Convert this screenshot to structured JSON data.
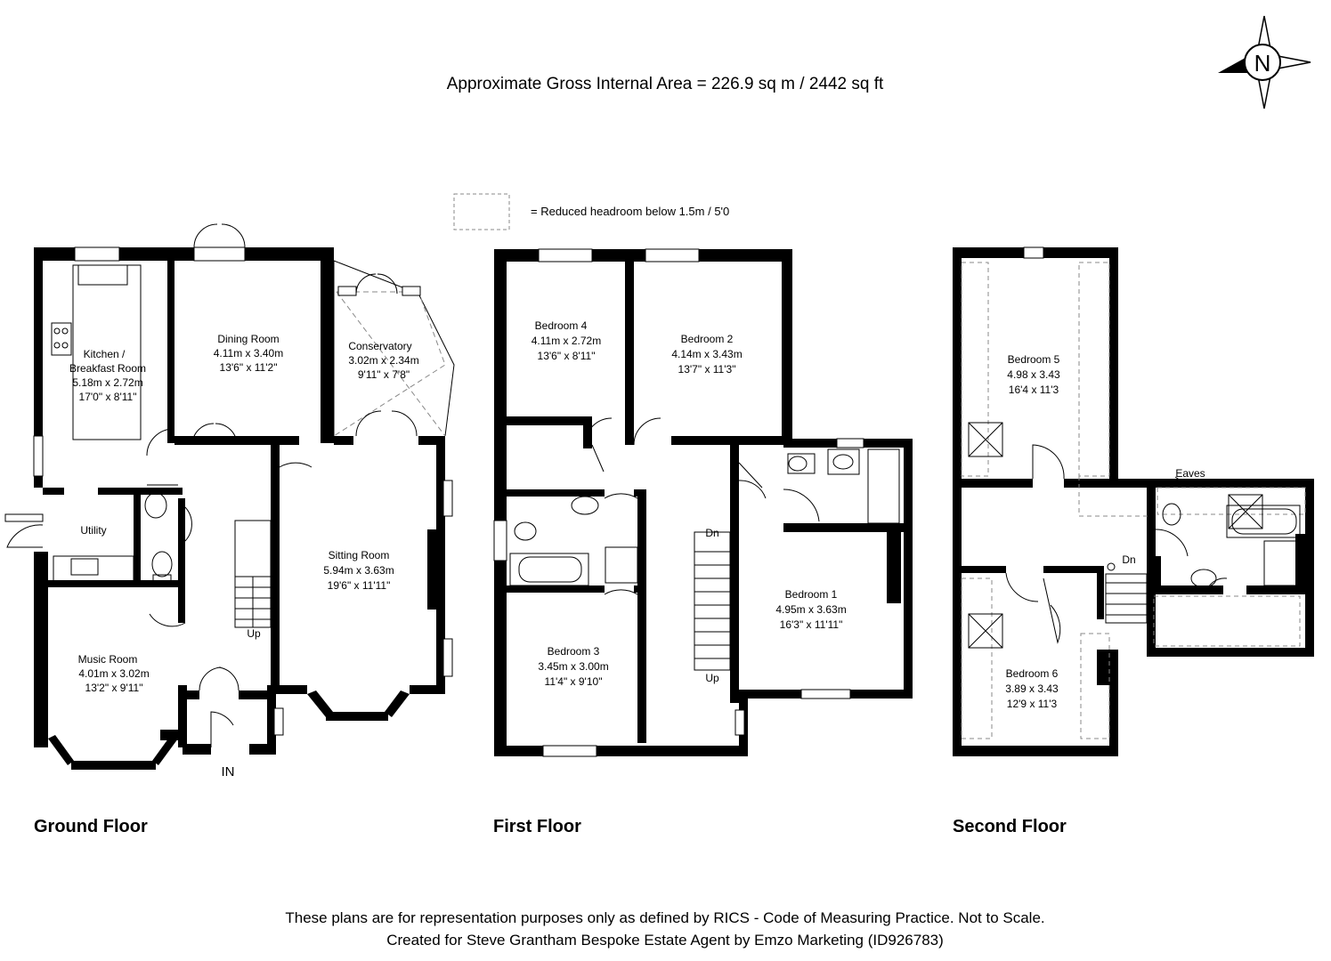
{
  "header": {
    "area_text": "Approximate Gross Internal Area = 226.9 sq m / 2442 sq ft"
  },
  "legend": {
    "text": "= Reduced headroom below 1.5m / 5'0"
  },
  "compass": {
    "letter": "N"
  },
  "floors": {
    "ground": "Ground Floor",
    "first": "First Floor",
    "second": "Second Floor"
  },
  "rooms": {
    "kitchen": {
      "name1": "Kitchen /",
      "name2": "Breakfast Room",
      "metric": "5.18m x 2.72m",
      "imperial": "17'0\" x 8'11\""
    },
    "dining": {
      "name": "Dining Room",
      "metric": "4.11m x 3.40m",
      "imperial": "13'6\" x 11'2\""
    },
    "conservatory": {
      "name": "Conservatory",
      "metric": "3.02m x 2.34m",
      "imperial": "9'11\" x 7'8\""
    },
    "utility": {
      "name": "Utility"
    },
    "sitting": {
      "name": "Sitting Room",
      "metric": "5.94m x 3.63m",
      "imperial": "19'6\" x 11'11\""
    },
    "music": {
      "name": "Music Room",
      "metric": "4.01m x 3.02m",
      "imperial": "13'2\" x 9'11\""
    },
    "bedroom4": {
      "name": "Bedroom 4",
      "metric": "4.11m x 2.72m",
      "imperial": "13'6\" x 8'11\""
    },
    "bedroom2": {
      "name": "Bedroom 2",
      "metric": "4.14m x 3.43m",
      "imperial": "13'7\" x 11'3\""
    },
    "bedroom1": {
      "name": "Bedroom 1",
      "metric": "4.95m x 3.63m",
      "imperial": "16'3\" x 11'11\""
    },
    "bedroom3": {
      "name": "Bedroom 3",
      "metric": "3.45m x 3.00m",
      "imperial": "11'4\" x 9'10\""
    },
    "bedroom5": {
      "name": "Bedroom 5",
      "metric": "4.98 x 3.43",
      "imperial": "16'4 x 11'3"
    },
    "bedroom6": {
      "name": "Bedroom 6",
      "metric": "3.89 x 3.43",
      "imperial": "12'9 x 11'3"
    }
  },
  "labels": {
    "up_ground": "Up",
    "in": "IN",
    "dn_first": "Dn",
    "up_first": "Up",
    "eaves": "Eaves",
    "dn_second": "Dn"
  },
  "footer": {
    "line1": "These plans are for representation purposes only as defined by RICS - Code of Measuring Practice. Not to Scale.",
    "line2": "Created for Steve Grantham Bespoke Estate Agent by Emzo Marketing (ID926783)"
  },
  "colors": {
    "wall": "#000000",
    "background": "#ffffff",
    "dashed": "#888888"
  }
}
